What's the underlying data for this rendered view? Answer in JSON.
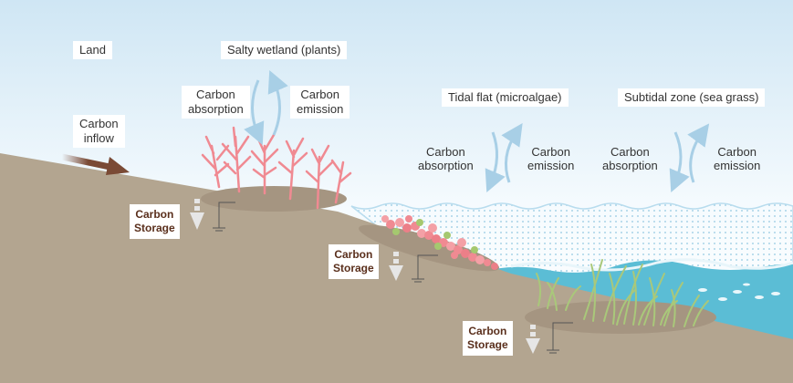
{
  "labels": {
    "land": "Land",
    "salty_wetland": "Salty wetland (plants)",
    "tidal_flat": "Tidal flat  (microalgae)",
    "subtidal_zone": "Subtidal zone (sea grass)",
    "carbon_inflow": "Carbon\ninflow"
  },
  "wetland": {
    "absorption": "Carbon\nabsorption",
    "emission": "Carbon\nemission",
    "storage": "Carbon\nStorage"
  },
  "tidal": {
    "absorption": "Carbon\nabsorption",
    "emission": "Carbon\nemission",
    "storage": "Carbon\nStorage"
  },
  "subtidal": {
    "absorption": "Carbon\nabsorption",
    "emission": "Carbon\nemission",
    "storage": "Carbon\nStorage"
  },
  "colors": {
    "sky_top": "#cfe6f4",
    "ground": "#b3a590",
    "ground_shadow": "#a59581",
    "sea": "#5bbdd5",
    "cycle_arrow": "#a8cfe6",
    "inflow_arrow": "#7a4a35",
    "storage_text": "#5a2f1c",
    "wetland_plant": "#f08a92",
    "sea_grass": "#a9c87a"
  }
}
